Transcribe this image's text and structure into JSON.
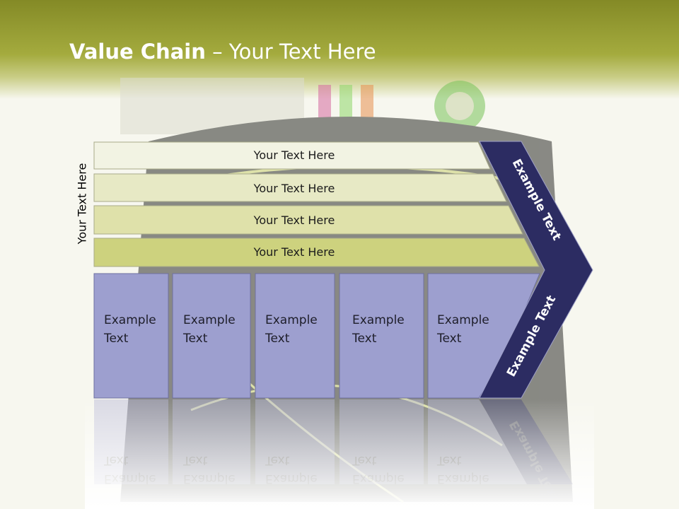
{
  "slide": {
    "title_bold": "Value Chain",
    "title_rest": " – Your Text Here",
    "side_label": "Your Text Here"
  },
  "rows": [
    {
      "label": "Your Text Here",
      "color": "#f2f3e3"
    },
    {
      "label": "Your Text Here",
      "color": "#e7e9c5"
    },
    {
      "label": "Your Text Here",
      "color": "#dfe1aa"
    },
    {
      "label": "Your Text Here",
      "color": "#cdd27e"
    }
  ],
  "boxes": [
    {
      "line1": "Example",
      "line2": "Text"
    },
    {
      "line1": "Example",
      "line2": "Text"
    },
    {
      "line1": "Example",
      "line2": "Text"
    },
    {
      "line1": "Example",
      "line2": "Text"
    },
    {
      "line1": "Example",
      "line2": "Text"
    }
  ],
  "chevron": {
    "upper_text": "Example Text",
    "lower_text": "Example Text",
    "color": "#2c2c62"
  },
  "colors": {
    "box_fill": "#9d9fcf",
    "title_bar": "#8f9530"
  }
}
